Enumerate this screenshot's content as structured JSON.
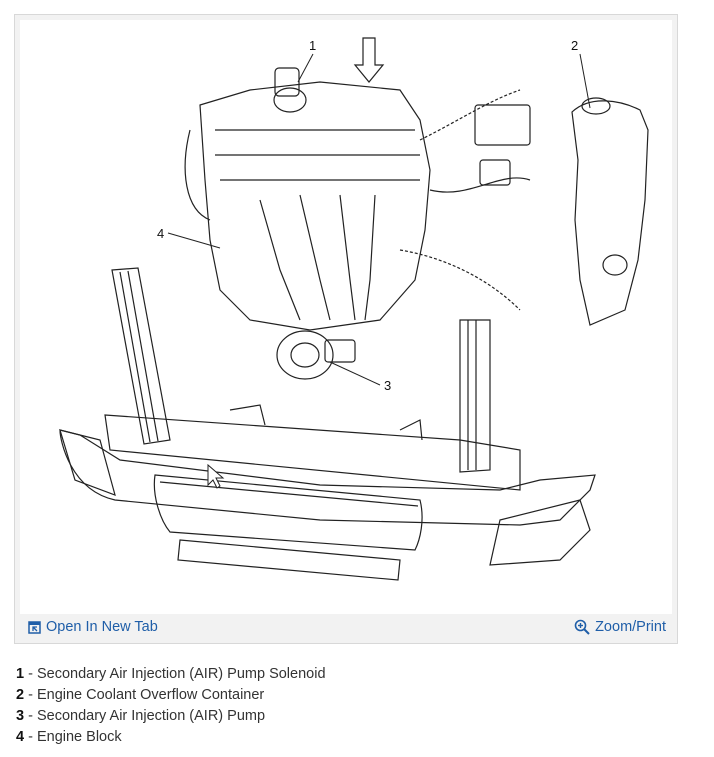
{
  "figure": {
    "callouts": [
      "1",
      "2",
      "3",
      "4"
    ]
  },
  "toolbar": {
    "open_new_tab_label": "Open In New Tab",
    "zoom_print_label": "Zoom/Print",
    "link_color": "#1f5ea8"
  },
  "legend": [
    {
      "num": "1",
      "text": "Secondary Air Injection (AIR) Pump Solenoid"
    },
    {
      "num": "2",
      "text": "Engine Coolant Overflow Container"
    },
    {
      "num": "3",
      "text": "Secondary Air Injection (AIR) Pump"
    },
    {
      "num": "4",
      "text": "Engine Block"
    }
  ]
}
